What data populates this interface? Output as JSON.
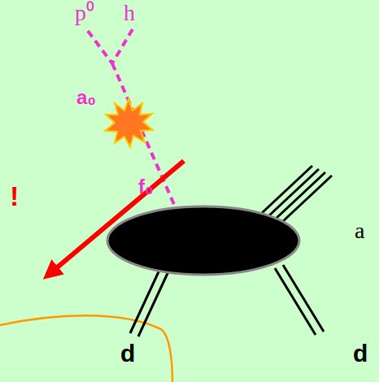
{
  "diagram": {
    "labels": [
      "p⁰",
      "h",
      "a₀",
      "f₀",
      "a",
      "!",
      "d",
      "d"
    ]
  }
}
